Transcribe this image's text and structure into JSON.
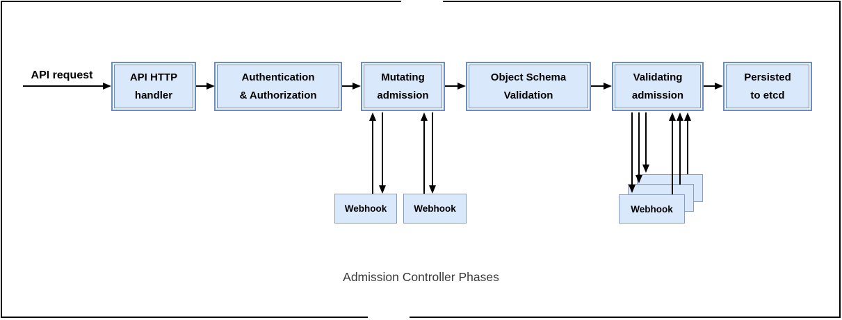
{
  "diagram": {
    "title": "Admission Controller Phases",
    "api_request_label": "API request",
    "phases": [
      {
        "line1": "API HTTP",
        "line2": "handler"
      },
      {
        "line1": "Authentication",
        "line2": "& Authorization"
      },
      {
        "line1": "Mutating",
        "line2": "admission"
      },
      {
        "line1": "Object Schema",
        "line2": "Validation"
      },
      {
        "line1": "Validating",
        "line2": "admission"
      },
      {
        "line1": "Persisted",
        "line2": "to etcd"
      }
    ],
    "mutating_webhooks": [
      {
        "label": "Webhook"
      },
      {
        "label": "Webhook"
      }
    ],
    "validating_webhook_stack": {
      "visible_label": "Webhook",
      "stacked_boxes": 3
    },
    "colors": {
      "box_fill": "#dae8fc",
      "box_border": "#6c8ebf",
      "box_gap_band": "#eef4fc",
      "webhook_border": "#8a9dbf",
      "arrow": "#000000",
      "frame": "#000000",
      "caption_text": "#3a3a3a",
      "label_text": "#000000"
    }
  }
}
